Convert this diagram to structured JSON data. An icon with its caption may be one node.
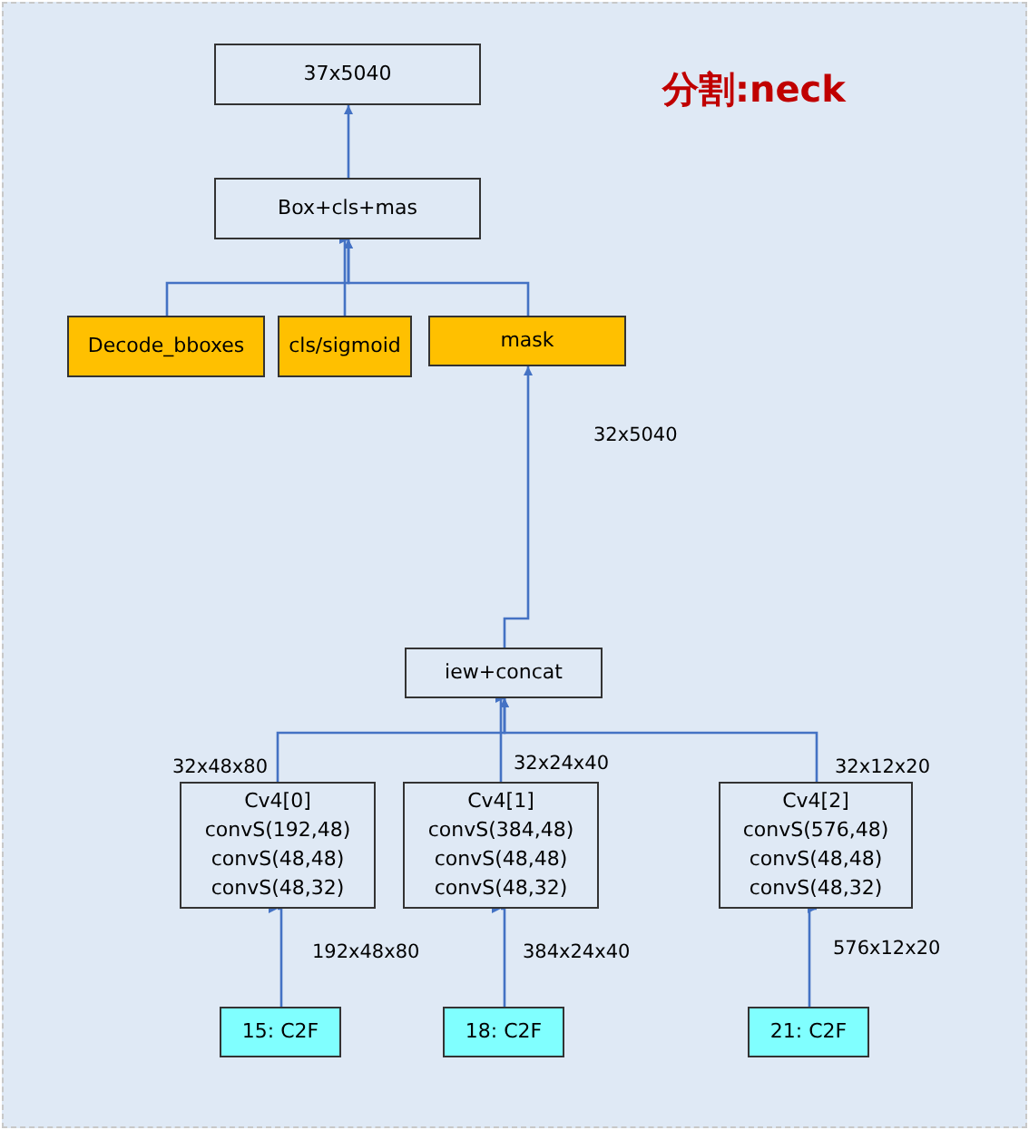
{
  "diagram": {
    "title": "分割:neck",
    "nodes": [
      {
        "text": [
          "37x5040"
        ]
      },
      {
        "text": [
          "Box+cls+mas"
        ]
      },
      {
        "text": [
          "Decode_bboxes"
        ]
      },
      {
        "text": [
          "cls/sigmoid"
        ]
      },
      {
        "text": [
          "mask"
        ]
      },
      {
        "text": [
          "iew+concat"
        ]
      },
      {
        "text": [
          "Cv4[0]",
          "convS(192,48)",
          "convS(48,48)",
          "convS(48,32)"
        ],
        "beside": [
          "32x48x80"
        ]
      },
      {
        "text": [
          "Cv4[1]",
          "convS(384,48)",
          "convS(48,48)",
          "convS(48,32)"
        ],
        "beside": [
          "32x24x40"
        ]
      },
      {
        "text": [
          "Cv4[2]",
          "convS(576,48)",
          "convS(48,48)",
          "convS(48,32)"
        ],
        "beside": [
          "32x12x20"
        ]
      },
      {
        "text": [
          "15: C2F"
        ]
      },
      {
        "text": [
          "18: C2F"
        ]
      },
      {
        "text": [
          "21: C2F"
        ]
      }
    ],
    "edges": [
      {
        "from": 1,
        "to": 0,
        "arrow": "to"
      },
      {
        "from": 2,
        "to": 1,
        "arrow": "to"
      },
      {
        "from": 3,
        "to": 1,
        "arrow": "to"
      },
      {
        "from": 4,
        "to": 1,
        "arrow": "to"
      },
      {
        "from": 5,
        "to": 4,
        "arrow": "to",
        "label": "32x5040"
      },
      {
        "from": 6,
        "to": 5,
        "arrow": "to"
      },
      {
        "from": 7,
        "to": 5,
        "arrow": "to"
      },
      {
        "from": 8,
        "to": 5,
        "arrow": "to"
      },
      {
        "from": 9,
        "to": 6,
        "arrow": "to",
        "label": "192x48x80"
      },
      {
        "from": 10,
        "to": 7,
        "arrow": "to",
        "label": "384x24x40"
      },
      {
        "from": 11,
        "to": 8,
        "arrow": "to",
        "label": "576x12x20"
      }
    ]
  }
}
